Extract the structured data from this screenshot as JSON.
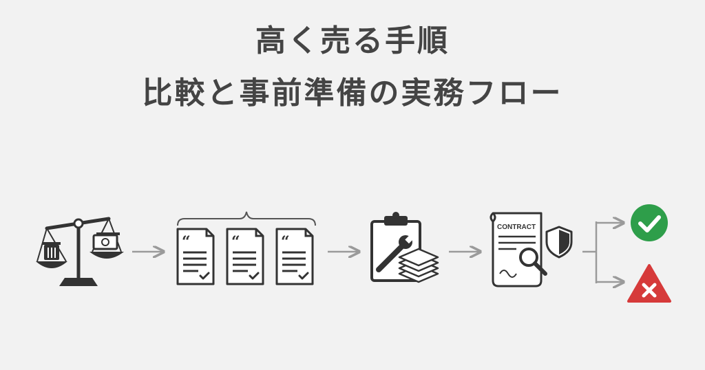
{
  "title": {
    "line1": "高く売る手順",
    "line2": "比較と事前準備の実務フロー"
  },
  "contract_label": "CONTRACT",
  "colors": {
    "ink": "#333333",
    "arrow": "#9a9a9a",
    "success": "#2e9e4a",
    "error": "#d63a3a",
    "background": "#f2f2f2"
  },
  "icons": [
    "balance-scale-icon",
    "quote-document-icon",
    "clipboard-wrench-icon",
    "contract-inspection-icon",
    "success-check-icon",
    "error-cross-icon"
  ]
}
